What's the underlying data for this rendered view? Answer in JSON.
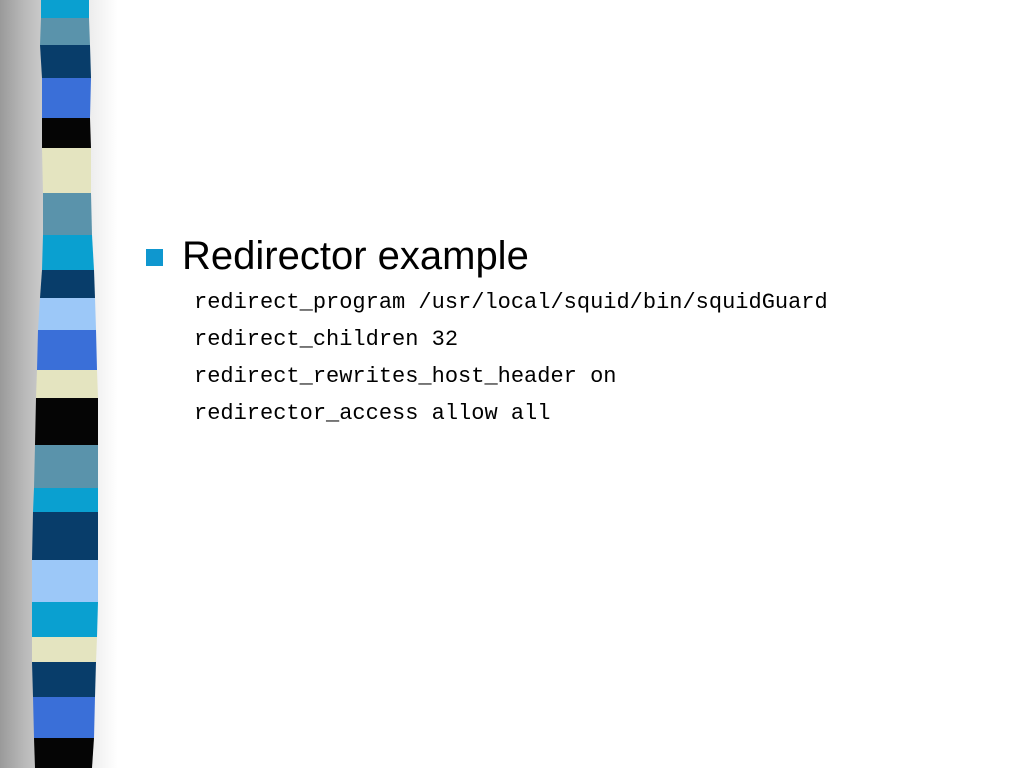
{
  "slide": {
    "bullet_color": "#0f97cf",
    "heading": "Redirector example",
    "code_lines": [
      "redirect_program /usr/local/squid/bin/squidGuard",
      "redirect_children 32",
      "redirect_rewrites_host_header on",
      "redirector_access allow all"
    ]
  }
}
